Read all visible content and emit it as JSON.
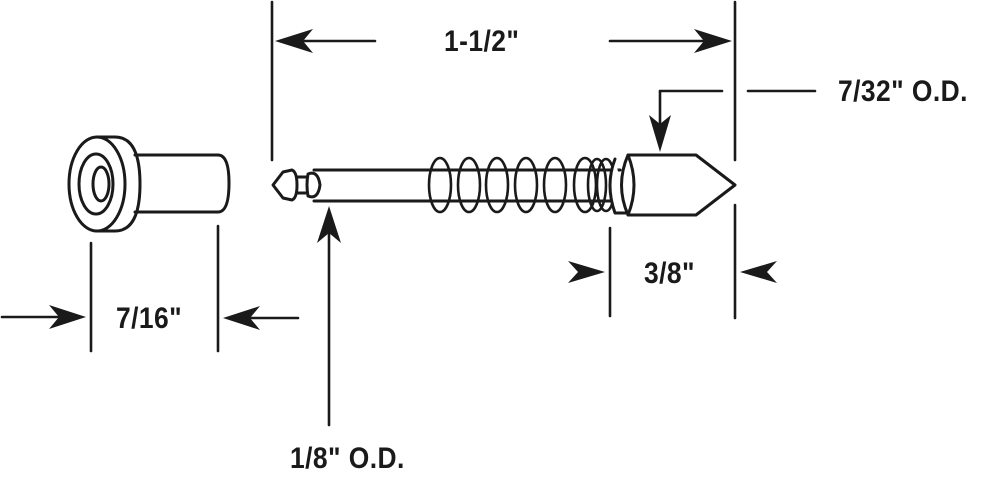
{
  "diagram": {
    "type": "technical-dimension-drawing",
    "subject": "spring-loaded pin with bushing",
    "line_color": "#1a1a1a",
    "background": "#ffffff",
    "parts": [
      {
        "name": "bushing",
        "description": "flanged sleeve bushing"
      },
      {
        "name": "pin",
        "description": "shaft with grooved tip, coil spring and pointed bullet end"
      }
    ],
    "dimensions": {
      "overall_length": "1-1/2\"",
      "tip_diameter": "7/32\" O.D.",
      "tip_length": "3/8\"",
      "bushing_length": "7/16\"",
      "shaft_diameter": "1/8\" O.D."
    }
  }
}
